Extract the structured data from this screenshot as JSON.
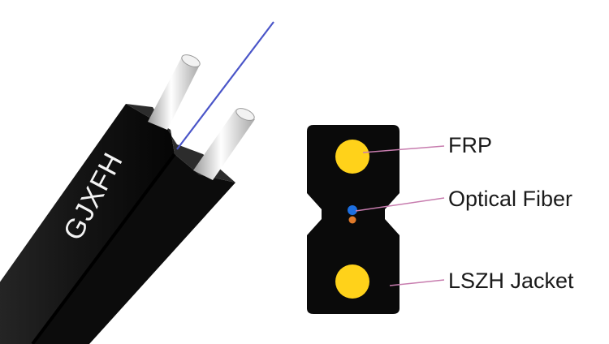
{
  "cable": {
    "marking": "GJXFH",
    "jacket_color": "#111111",
    "strength_member_color": "#e8e8e8",
    "fiber_color": "#4a55c8"
  },
  "cross_section": {
    "jacket_color": "#0a0a0a",
    "frp_color": "#ffd21a",
    "fiber_core_color": "#1d6fe0",
    "fiber_second_color": "#e07a2a",
    "leader_color": "#c77cae"
  },
  "callouts": {
    "frp": "FRP",
    "optical_fiber": "Optical Fiber",
    "jacket": "LSZH Jacket"
  }
}
